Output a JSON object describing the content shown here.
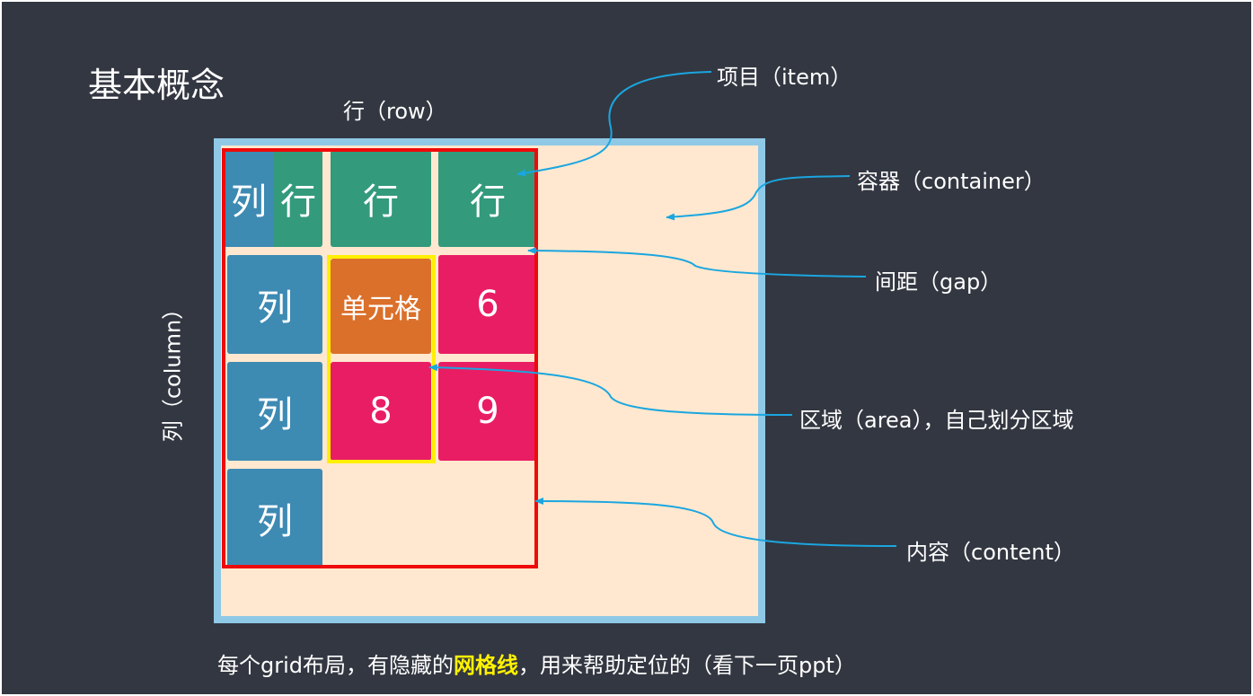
{
  "slide": {
    "title": "基本概念",
    "row_label": "行（row）",
    "column_label": "列（column）",
    "cells": [
      {
        "text": "列",
        "kind": "column"
      },
      {
        "text": "行",
        "kind": "row"
      },
      {
        "text": "行",
        "kind": "row"
      },
      {
        "text": "行",
        "kind": "row"
      },
      {
        "text": "列",
        "kind": "column"
      },
      {
        "text": "单元格",
        "kind": "cell"
      },
      {
        "text": "6",
        "kind": "item"
      },
      {
        "text": "列",
        "kind": "column"
      },
      {
        "text": "8",
        "kind": "item"
      },
      {
        "text": "9",
        "kind": "item"
      },
      {
        "text": "列",
        "kind": "column"
      }
    ],
    "callouts": {
      "item": "项目（item）",
      "container": "容器（container）",
      "gap": "间距（gap）",
      "area": "区域（area），自己划分区域",
      "content": "内容（content）"
    },
    "footer": {
      "before": "每个grid布局，有隐藏的",
      "highlight": "网格线",
      "after": "，用来帮助定位的（看下一页ppt）"
    },
    "colors": {
      "background": "#333741",
      "container_fill": "#ffe8cf",
      "container_border": "#8fc9e6",
      "column_cell": "#3d8ab3",
      "row_cell": "#339a7c",
      "grid_cell": "#db702a",
      "item_cell": "#e91d63",
      "content_border": "#ee0a0a",
      "area_border": "#ffef00",
      "arrow": "#1aa6e0",
      "highlight_text": "#fff200"
    }
  }
}
